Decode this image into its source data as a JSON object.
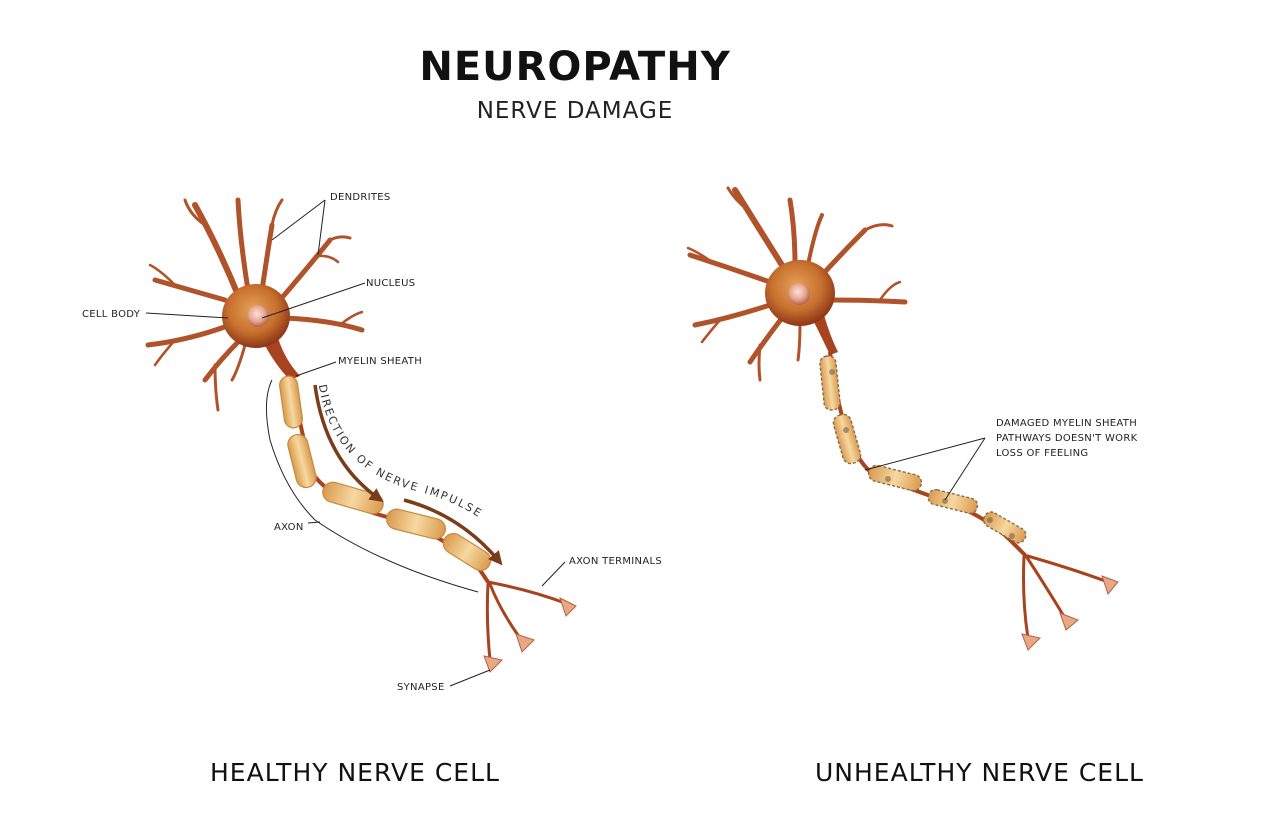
{
  "title": "NEUROPATHY",
  "subtitle": "NERVE DAMAGE",
  "healthy": {
    "caption": "HEALTHY NERVE CELL",
    "labels": {
      "dendrites": "DENDRITES",
      "nucleus": "NUCLEUS",
      "cell_body": "CELL BODY",
      "myelin_sheath": "MYELIN SHEATH",
      "direction": "DIRECTION OF NERVE IMPULSE",
      "axon": "AXON",
      "axon_terminals": "AXON TERMINALS",
      "synapse": "SYNAPSE"
    }
  },
  "unhealthy": {
    "caption": "UNHEALTHY NERVE CELL",
    "labels": {
      "line1": "DAMAGED MYELIN SHEATH",
      "line2": "PATHWAYS DOESN'T WORK",
      "line3": "LOSS OF FEELING"
    }
  },
  "colors": {
    "neuron": "#a8431f",
    "neuron_light": "#d88a4a",
    "myelin": "#f0c98a",
    "myelin_edge": "#c98a3c",
    "damage": "#6b5a4a"
  }
}
